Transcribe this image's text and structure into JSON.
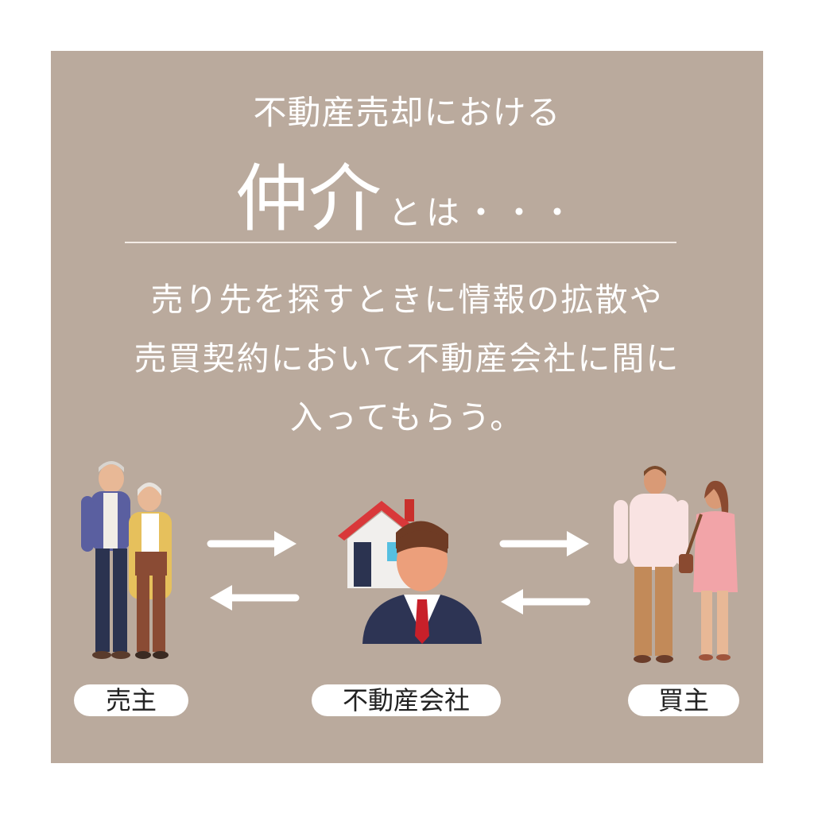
{
  "title": {
    "line1": "不動産売却における",
    "main": "仲介",
    "suffix": "とは・・・"
  },
  "description": [
    "売り先を探すときに情報の拡散や",
    "売買契約において不動産会社に間に",
    "入ってもらう。"
  ],
  "labels": {
    "seller": "売主",
    "agency": "不動産会社",
    "buyer": "買主"
  },
  "colors": {
    "panel": "#baaa9d",
    "text": "#ffffff",
    "roof": "#d9383a"
  },
  "icons": [
    "arrow-right-icon",
    "arrow-left-icon",
    "house-icon",
    "agent-icon"
  ]
}
